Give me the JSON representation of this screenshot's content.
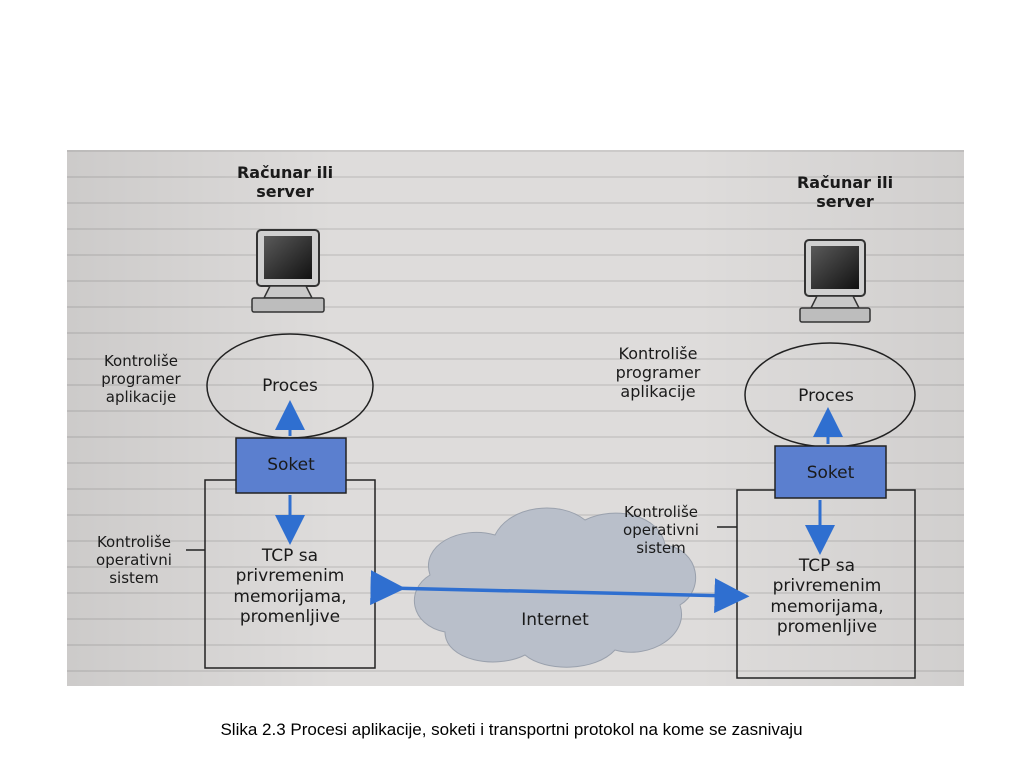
{
  "left": {
    "host_label": "Računar ili\nserver",
    "app_control_label": "Kontroliše\nprogramer\naplikacije",
    "process_label": "Proces",
    "socket_label": "Soket",
    "os_control_label": "Kontroliše\noperativni\nsistem",
    "tcp_label": "TCP sa\nprivremenim\nmemorijama,\npromenljive"
  },
  "right": {
    "host_label": "Računar ili\nserver",
    "app_control_label": "Kontroliše\nprogramer\naplikacije",
    "process_label": "Proces",
    "socket_label": "Soket",
    "os_control_label": "Kontroliše\noperativni\nsistem",
    "tcp_label": "TCP sa\nprivremenim\nmemorijama,\npromenljive"
  },
  "internet_label": "Internet",
  "caption": "Slika 2.3 Procesi aplikacije, soketi i transportni protokol na kome se zasnivaju",
  "colors": {
    "socket_fill": "#5b7fcf",
    "arrow": "#2f6fd0",
    "cloud": "#b9bfca"
  }
}
